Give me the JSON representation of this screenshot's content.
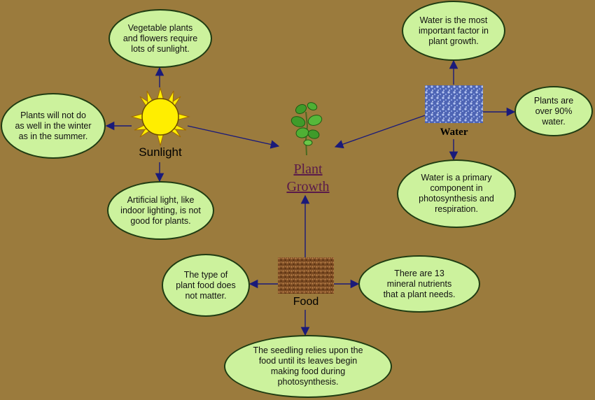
{
  "center": {
    "title_line1": "Plant",
    "title_line2": "Growth"
  },
  "hubs": {
    "sunlight": "Sunlight",
    "water": "Water",
    "food": "Food"
  },
  "facts": {
    "sun_vegetable": "Vegetable plants and flowers require lots of sunlight.",
    "sun_winter": "Plants will not do as well in the winter as in the summer.",
    "sun_artificial": "Artificial light, like indoor lighting, is not good for plants.",
    "water_important": "Water is the most important factor in plant growth.",
    "water_percent": "Plants are over 90% water.",
    "water_component": "Water is a primary component in photosynthesis and respiration.",
    "food_type": "The type of plant food does not matter.",
    "food_nutrients": "There are 13 mineral nutrients that a plant needs.",
    "food_seedling": "The seedling relies upon the food until its leaves begin making food during photosynthesis."
  },
  "colors": {
    "background": "#9b7b3d",
    "bubble_fill": "#ccf29d",
    "bubble_border": "#1f3c12",
    "arrow": "#1a1a7a",
    "title": "#5a1a4a",
    "sun": "#ffee00",
    "water_tile": "#5a6fc0",
    "food_tile": "#8a5a2a"
  }
}
